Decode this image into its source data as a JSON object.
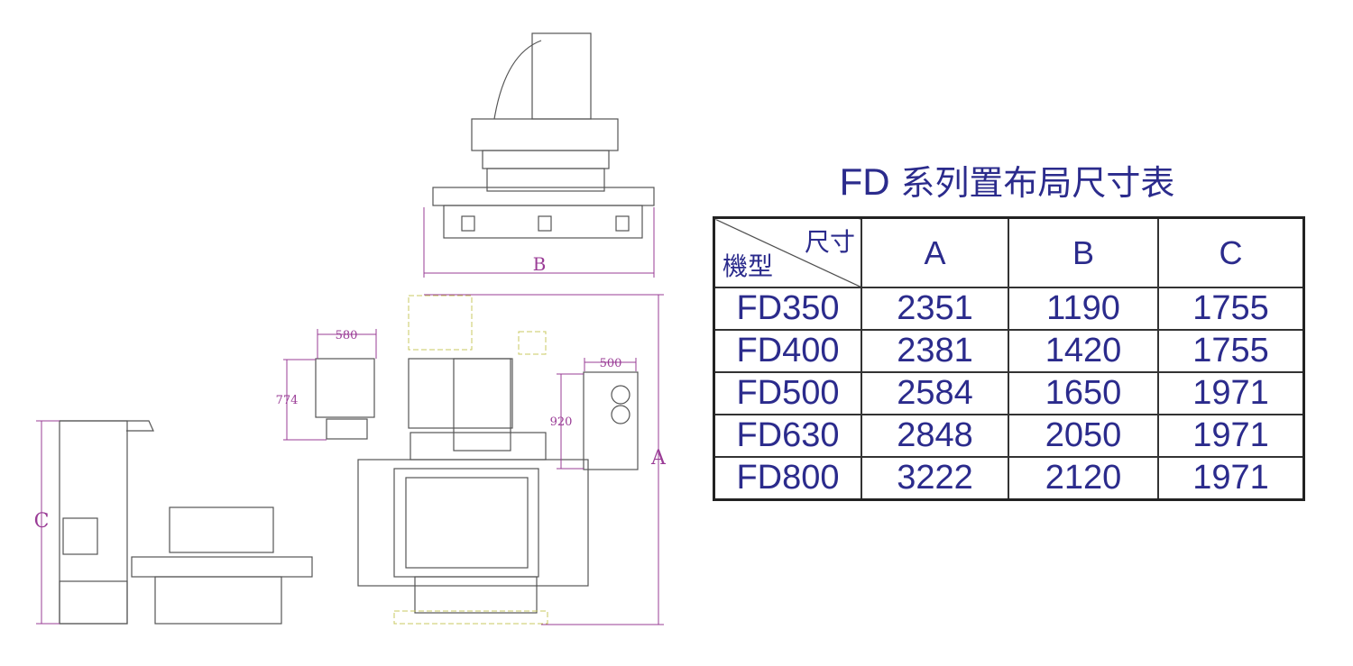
{
  "title": {
    "prefix": "FD",
    "text": "系列置布局尺寸表"
  },
  "table": {
    "corner_top": "尺寸",
    "corner_bottom": "機型",
    "headers": [
      "A",
      "B",
      "C"
    ],
    "rows": [
      {
        "model": "FD350",
        "A": "2351",
        "B": "1190",
        "C": "1755"
      },
      {
        "model": "FD400",
        "A": "2381",
        "B": "1420",
        "C": "1755"
      },
      {
        "model": "FD500",
        "A": "2584",
        "B": "1650",
        "C": "1971"
      },
      {
        "model": "FD630",
        "A": "2848",
        "B": "2050",
        "C": "1971"
      },
      {
        "model": "FD800",
        "A": "3222",
        "B": "2120",
        "C": "1971"
      }
    ]
  },
  "drawing": {
    "dim_labels": {
      "A": "A",
      "B": "B",
      "C": "C",
      "cabinet_width": "580",
      "cabinet_height": "774",
      "control_width": "500",
      "control_height": "920"
    }
  },
  "colors": {
    "text": "#2b2b8c",
    "dimension": "#9a3c96",
    "outline": "#555555",
    "phantom": "#c8c860"
  }
}
